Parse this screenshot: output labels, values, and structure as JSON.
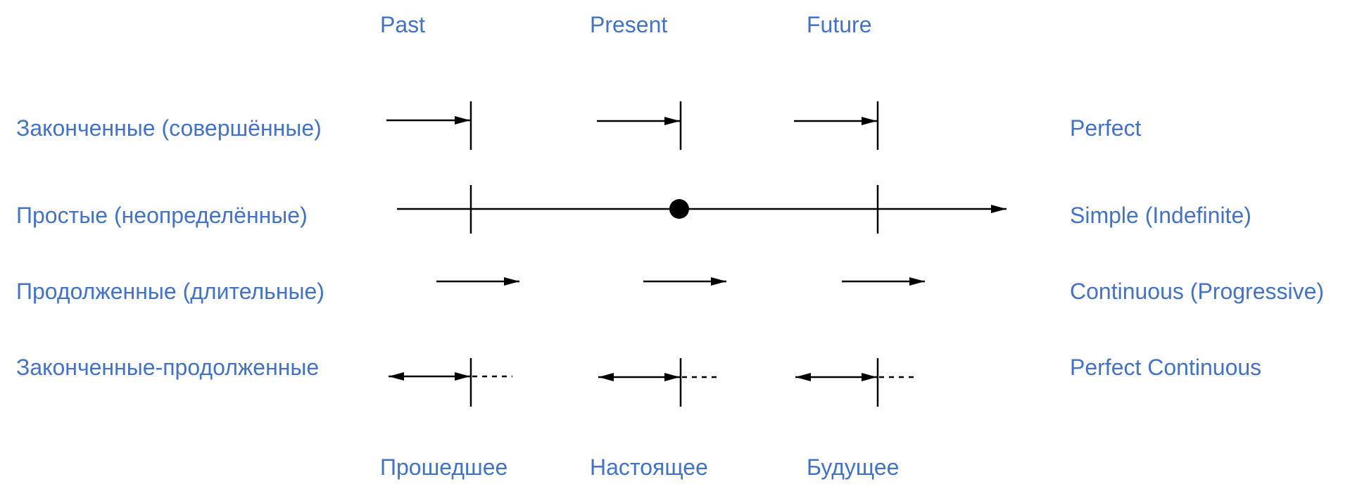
{
  "colors": {
    "text": "#4472c4",
    "line": "#000000"
  },
  "header_en": [
    "Past",
    "Present",
    "Future"
  ],
  "footer_ru": [
    "Прошедшее",
    "Настоящее",
    "Будущее"
  ],
  "rows": [
    {
      "ru": "Законченные (совершённые)",
      "en": "Perfect",
      "mark": "arrow-to-tick"
    },
    {
      "ru": "Простые (неопределённые)",
      "en": "Simple (Indefinite)",
      "mark": "timeline"
    },
    {
      "ru": "Продолженные (длительные)",
      "en": "Continuous (Progressive)",
      "mark": "arrow"
    },
    {
      "ru": "Законченные-продолженные",
      "en": "Perfect Continuous",
      "mark": "double-arrow-dashed"
    }
  ]
}
